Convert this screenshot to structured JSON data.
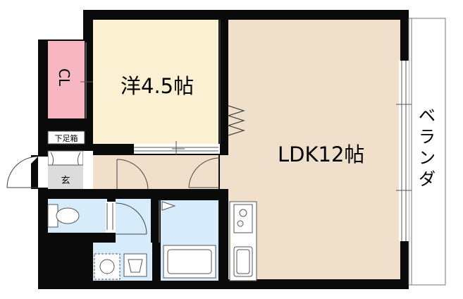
{
  "floorplan": {
    "rooms": {
      "western": {
        "label": "洋4.5帖"
      },
      "ldk": {
        "label": "LDK12帖"
      },
      "closet": {
        "label": "CL"
      },
      "shoe_box": {
        "label": "下足箱"
      },
      "entrance": {
        "label": "玄"
      },
      "veranda": {
        "label": "ベランダ",
        "chars": [
          "ベ",
          "ラ",
          "ン",
          "ダ"
        ]
      }
    },
    "colors": {
      "western_floor": "#fbf0d1",
      "ldk_floor": "#f0e0cb",
      "closet_floor": "#f6b6c2",
      "wet_area_floor": "#d7ecfb",
      "hall_floor": "#f0e0cb",
      "entrance_floor": "#dcdcdc",
      "wall": "#0a0a0a"
    }
  }
}
